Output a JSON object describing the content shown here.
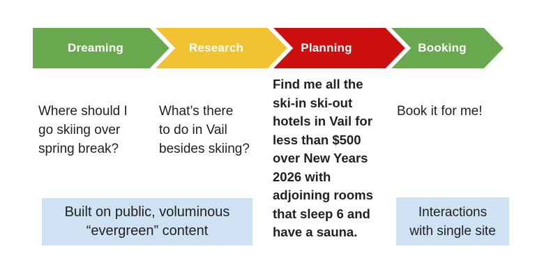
{
  "stages": [
    {
      "label": "Dreaming",
      "color": "#6aa84f"
    },
    {
      "label": "Research",
      "color": "#f1c232"
    },
    {
      "label": "Planning",
      "color": "#cc0f0f"
    },
    {
      "label": "Booking",
      "color": "#6aa84f"
    }
  ],
  "queries": [
    {
      "text": "Where should I\ngo skiing over\nspring break?"
    },
    {
      "text": "What’s there\nto do in Vail\nbesides skiing?"
    },
    {
      "text": "Find me all the\nski-in ski-out\nhotels in Vail for\nless than $500\nover New Years\n2026 with\nadjoining rooms\nthat sleep 6 and\nhave a sauna."
    },
    {
      "text": "Book it for me!"
    }
  ],
  "callouts": [
    {
      "text": "Built on public, voluminous\n“evergreen” content"
    },
    {
      "text": "Interactions\nwith single site"
    }
  ],
  "colors": {
    "callout_bg": "#cfe2f3",
    "body_text": "#212121",
    "stage_label_text": "#ffffff",
    "gap_stroke": "#ffffff"
  }
}
